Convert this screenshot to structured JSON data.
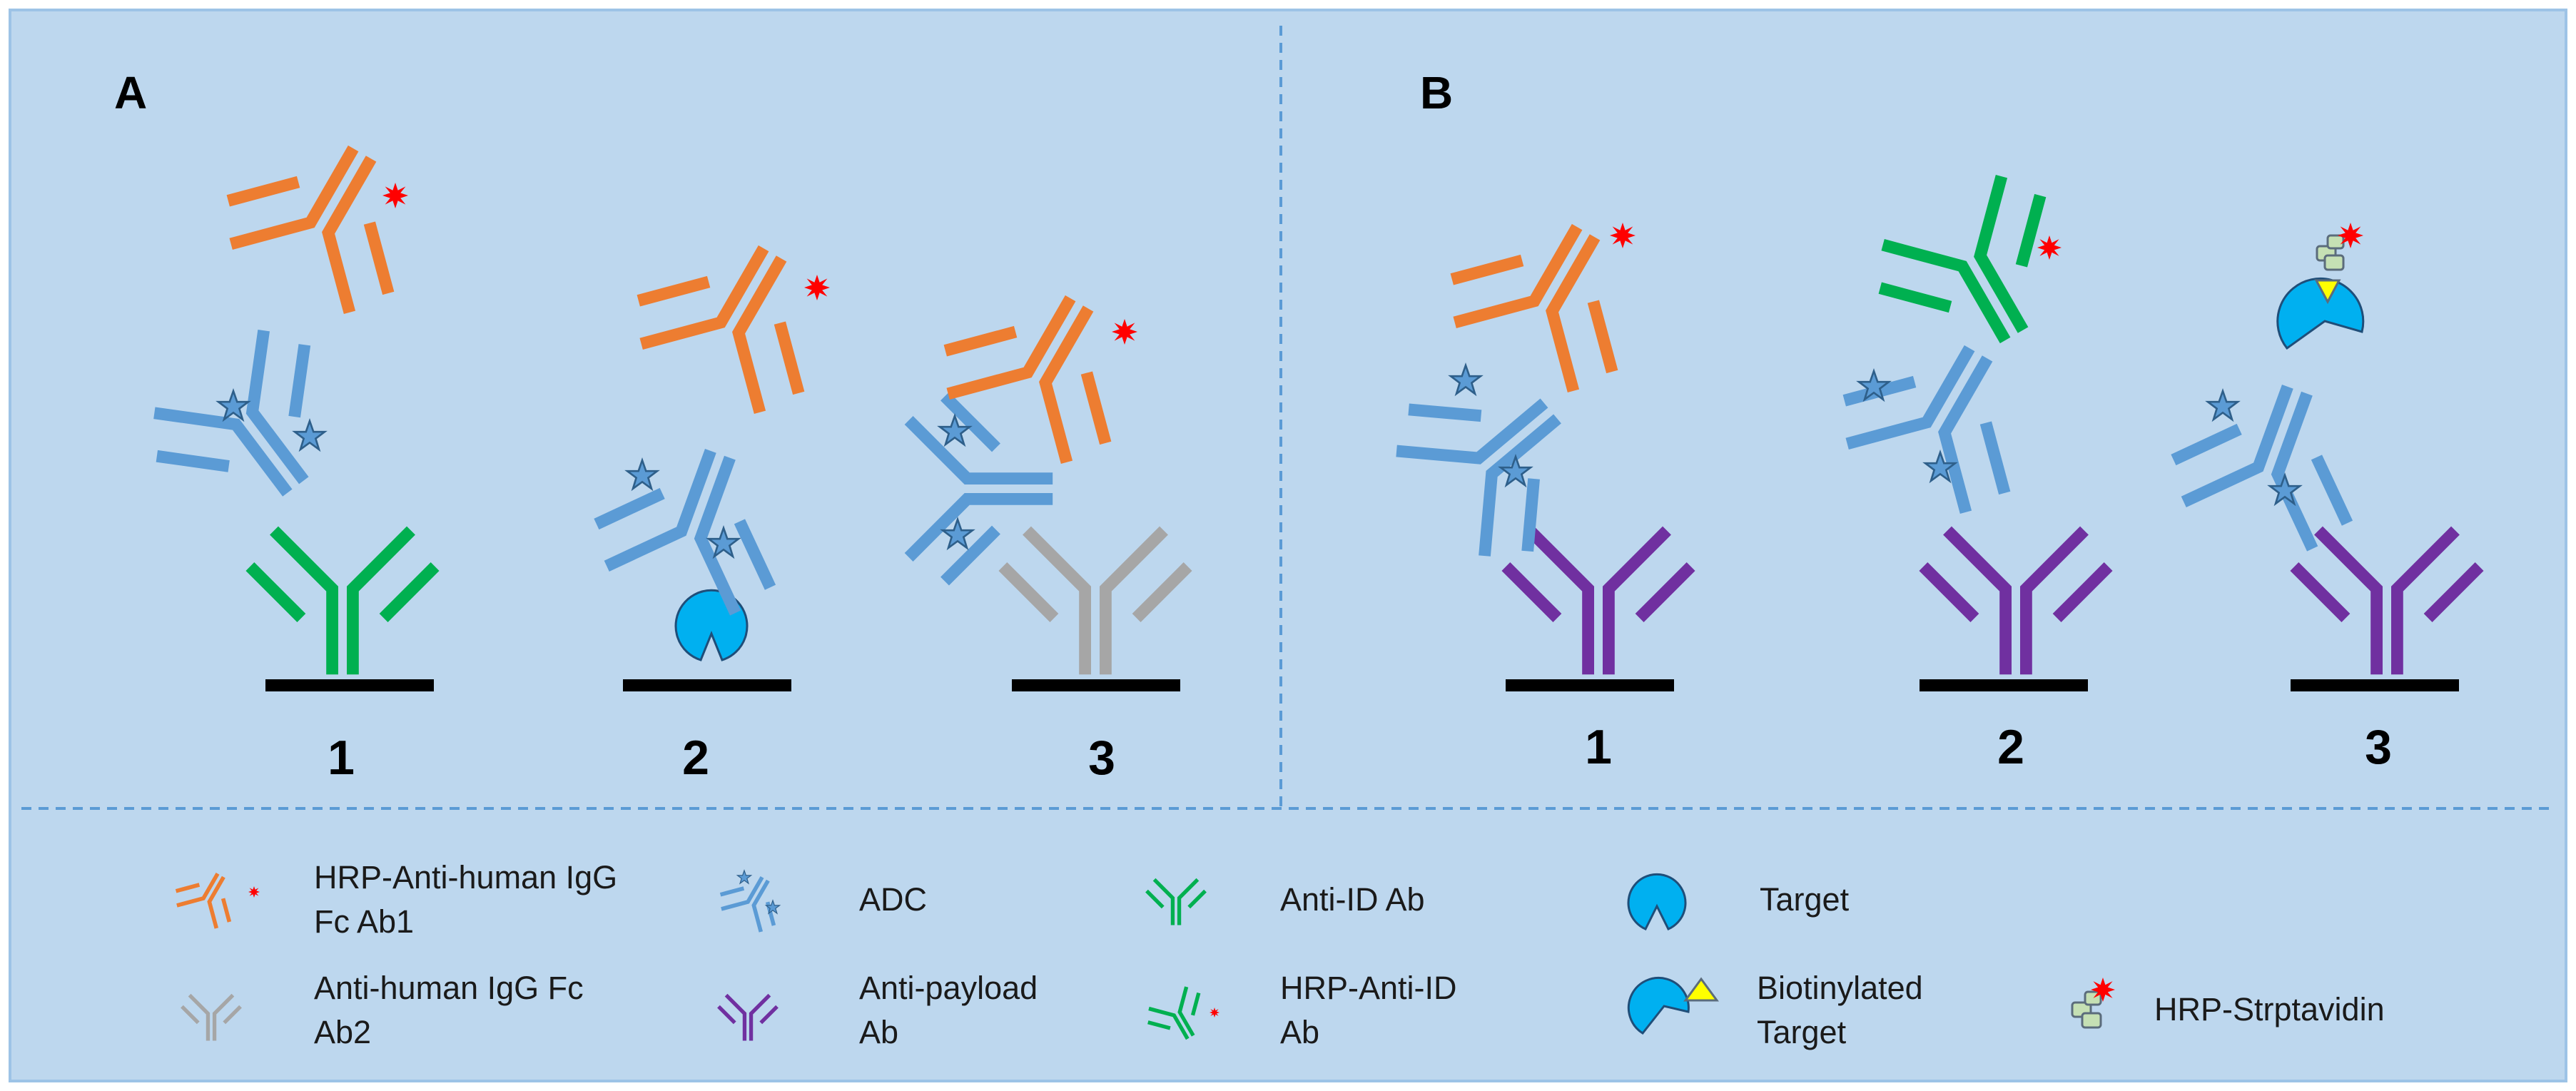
{
  "panels": {
    "a": {
      "letter": "A",
      "assays": [
        "1",
        "2",
        "3"
      ]
    },
    "b": {
      "letter": "B",
      "assays": [
        "1",
        "2",
        "3"
      ]
    }
  },
  "legend": {
    "hrp_anti_human": {
      "line1": "HRP-Anti-human IgG",
      "line2": "Fc Ab1"
    },
    "adc": {
      "line1": "ADC"
    },
    "anti_id": {
      "line1": "Anti-ID Ab"
    },
    "target": {
      "line1": "Target"
    },
    "anti_human_ab2": {
      "line1": "Anti-human IgG Fc",
      "line2": "Ab2"
    },
    "anti_payload": {
      "line1": "Anti-payload",
      "line2": "Ab"
    },
    "hrp_anti_id": {
      "line1": "HRP-Anti-ID",
      "line2": "Ab"
    },
    "biotinylated_target": {
      "line1": "Biotinylated",
      "line2": "Target"
    },
    "hrp_streptavidin": {
      "line1": "HRP-Strptavidin"
    }
  },
  "colors": {
    "background": "#bdd7ee",
    "frame": "#9dc3e6",
    "divider": "#5b9bd5",
    "hrp_anti_human_ab": "#ed7d31",
    "adc": "#5b9bd5",
    "anti_id_ab": "#00b050",
    "anti_human_ab2": "#a6a6a6",
    "anti_payload_ab": "#7030a0",
    "target": "#00b0f0",
    "hrp": "#ff0000",
    "biotin": "#ffff00",
    "streptavidin": "#c5e0b4",
    "plate": "#000000"
  }
}
